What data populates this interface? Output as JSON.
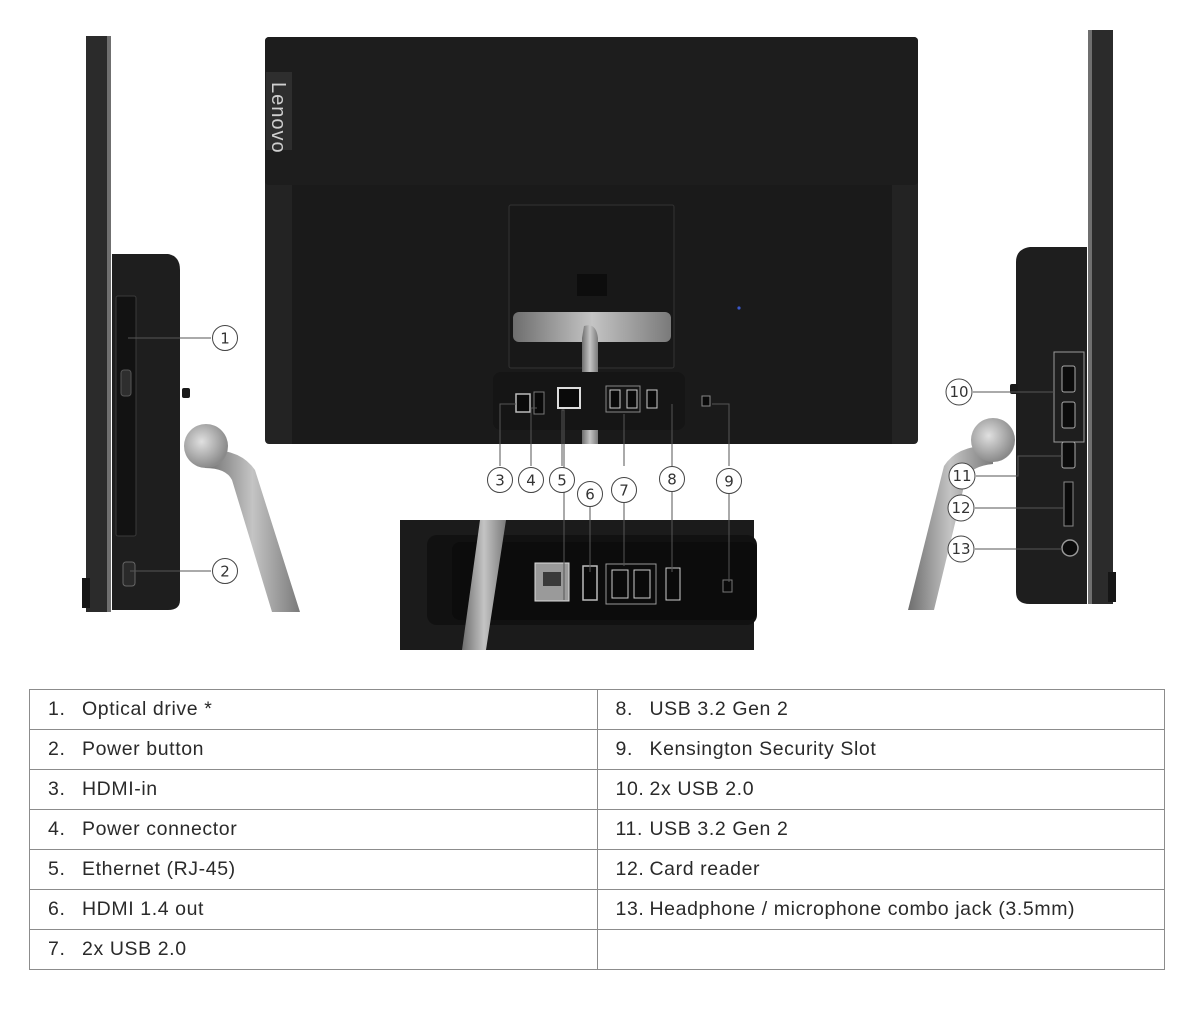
{
  "brand": {
    "logo_text": "Lenovo"
  },
  "callouts": [
    "1",
    "2",
    "3",
    "4",
    "5",
    "6",
    "7",
    "8",
    "9",
    "10",
    "11",
    "12",
    "13"
  ],
  "legend": {
    "left": [
      {
        "num": "1.",
        "label": "Optical drive *"
      },
      {
        "num": "2.",
        "label": "Power button"
      },
      {
        "num": "3.",
        "label": "HDMI-in"
      },
      {
        "num": "4.",
        "label": "Power connector"
      },
      {
        "num": "5.",
        "label": "Ethernet (RJ-45)"
      },
      {
        "num": "6.",
        "label": "HDMI 1.4 out"
      },
      {
        "num": "7.",
        "label": "2x USB 2.0"
      }
    ],
    "right": [
      {
        "num": "8.",
        "label": "USB 3.2 Gen 2"
      },
      {
        "num": "9.",
        "label": "Kensington Security Slot"
      },
      {
        "num": "10.",
        "label": "2x USB 2.0"
      },
      {
        "num": "11.",
        "label": "USB 3.2 Gen 2"
      },
      {
        "num": "12.",
        "label": "Card reader"
      },
      {
        "num": "13.",
        "label": "Headphone / microphone combo jack (3.5mm)"
      }
    ]
  },
  "colors": {
    "body": "#1f1f1f",
    "stand": "#9c9c9c",
    "line": "#555555",
    "table_border": "#8c8c8c"
  }
}
